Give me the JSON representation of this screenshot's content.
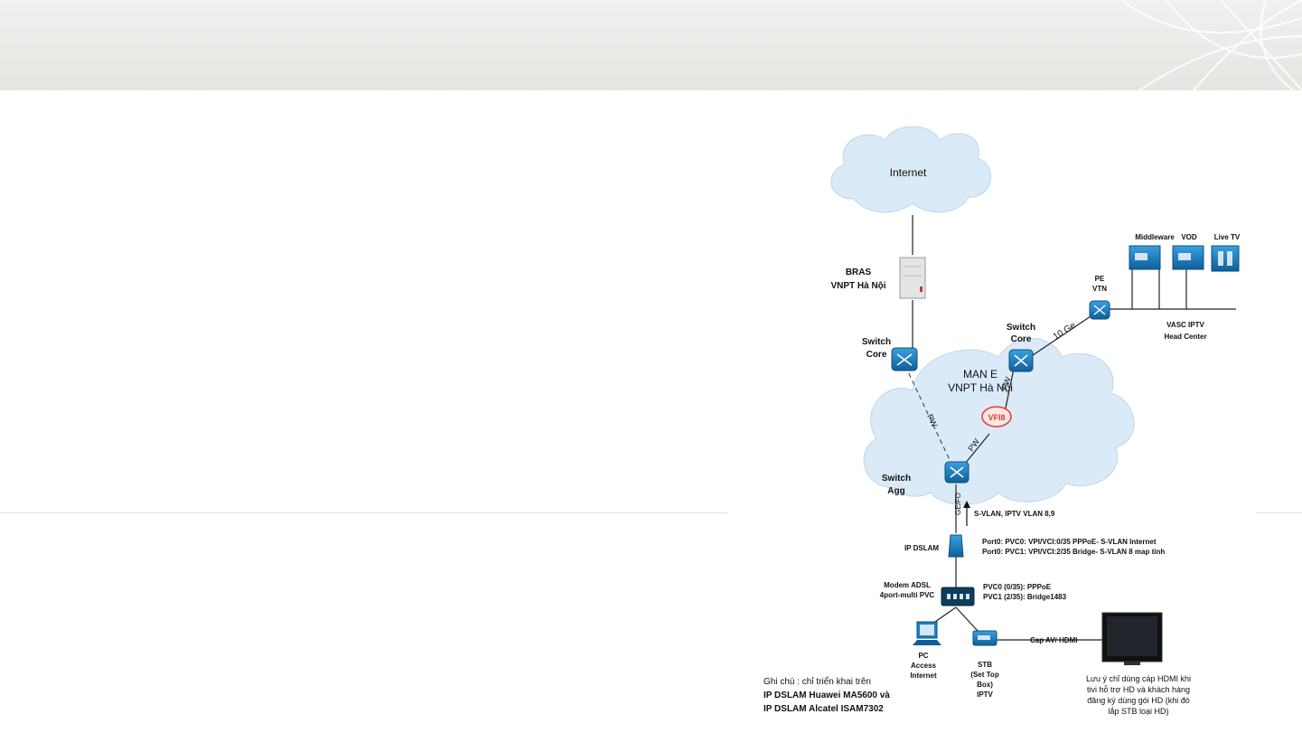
{
  "diagram": {
    "internet": "Internet",
    "bras": [
      "BRAS",
      "VNPT Hà Nội"
    ],
    "switch_core_left": [
      "Switch",
      "Core"
    ],
    "switch_core_right": [
      "Switch",
      "Core"
    ],
    "man_e": [
      "MAN E",
      "VNPT Hà Nội"
    ],
    "link_10ge": "10 Ge",
    "pe_vtn": [
      "PE",
      "VTN"
    ],
    "head_center_servers": [
      "Middleware",
      "VOD",
      "Live TV"
    ],
    "head_center": [
      "VASC IPTV",
      "Head Center"
    ],
    "pw_upper": "PW",
    "pw_lower": "PW",
    "pw_dashed": "PW",
    "vfi": "VFI8",
    "switch_agg": [
      "Switch",
      "Agg"
    ],
    "ge_fo": "GE/FO",
    "svlan": "S-VLAN, IPTV VLAN 8,9",
    "ip_dslam": "IP DSLAM",
    "port_config": [
      "Port0: PVC0: VPI/VCI:0/35 PPPoE- S-VLAN Internet",
      "Port0: PVC1: VPI/VCI:2/35 Bridge- S-VLAN 8 map tinh"
    ],
    "modem": [
      "Modem ADSL",
      "4port-multi PVC"
    ],
    "pvc_config": [
      "PVC0 (0/35): PPPoE",
      "PVC1 (2/35): Bridge1483"
    ],
    "pc": [
      "PC",
      "Access",
      "Internet"
    ],
    "stb": [
      "STB",
      "(Set Top",
      "Box)",
      "IPTV"
    ],
    "cable_label": "Cap AV/ HDMI",
    "note_left": [
      "Ghi chú : chỉ triển khai trên",
      "IP DSLAM Huawei MA5600 và",
      "IP DSLAM Alcatel ISAM7302"
    ],
    "note_right": [
      "Lưu ý chỉ dùng cáp HDMI khi",
      "tivi hỗ trợ HD và khách hàng",
      "đăng ký dùng gói HD (khi đó",
      "lắp STB loại HD)"
    ]
  },
  "colors": {
    "device_blue": "#1a7fc1",
    "vfi_red": "#e53b2b",
    "cloud": "#dbeaf7"
  }
}
